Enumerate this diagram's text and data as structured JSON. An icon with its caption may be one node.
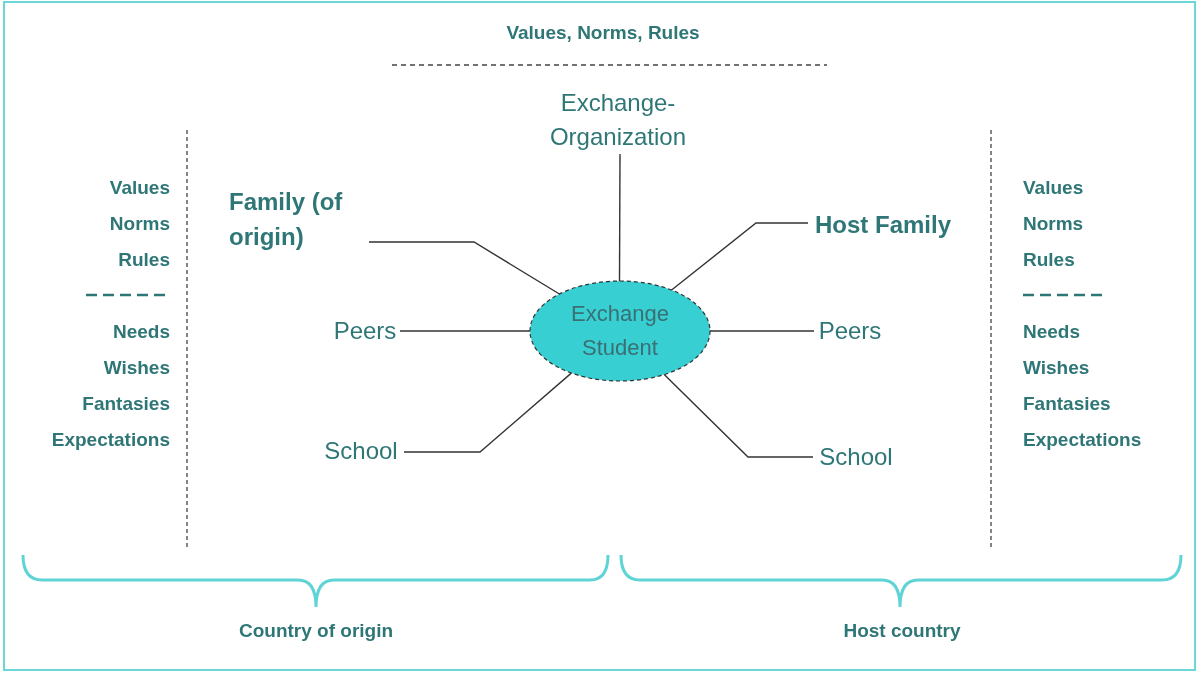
{
  "diagram": {
    "nodes": [
      {
        "text": [
          "Exchange Student"
        ]
      },
      {
        "text": [
          "Exchange- Organization"
        ]
      },
      {
        "text": [
          "Family (of origin)"
        ]
      },
      {
        "text": [
          "Peers"
        ]
      },
      {
        "text": [
          "School"
        ]
      },
      {
        "text": [
          "Host Family"
        ]
      },
      {
        "text": [
          "Peers"
        ]
      },
      {
        "text": [
          "School"
        ]
      }
    ],
    "edges": [
      {
        "from": 0,
        "to": 1,
        "arrow": "none"
      },
      {
        "from": 0,
        "to": 2,
        "arrow": "none"
      },
      {
        "from": 0,
        "to": 3,
        "arrow": "none"
      },
      {
        "from": 0,
        "to": 4,
        "arrow": "none"
      },
      {
        "from": 0,
        "to": 5,
        "arrow": "none"
      },
      {
        "from": 0,
        "to": 6,
        "arrow": "none"
      },
      {
        "from": 0,
        "to": 7,
        "arrow": "none"
      }
    ],
    "labels": [
      "Values, Norms, Rules",
      "Values",
      "Norms",
      "Rules",
      "Needs",
      "Wishes",
      "Fantasies",
      "Expectations",
      "Values",
      "Norms",
      "Rules",
      "Needs",
      "Wishes",
      "Fantasies",
      "Expectations",
      "Country of origin",
      "Host country"
    ]
  }
}
